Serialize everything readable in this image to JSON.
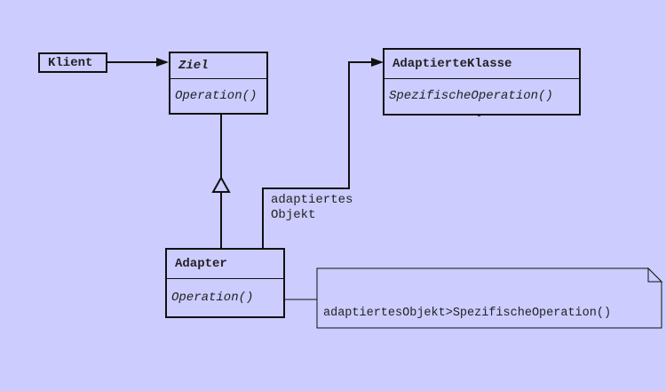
{
  "classes": {
    "klient": {
      "name": "Klient"
    },
    "ziel": {
      "name": "Ziel",
      "operation": "Operation()"
    },
    "adaptierte_klasse": {
      "name": "AdaptierteKlasse",
      "operation": "SpezifischeOperation()"
    },
    "adapter": {
      "name": "Adapter",
      "operation": "Operation()"
    }
  },
  "association_label": {
    "line1": "adaptiertes",
    "line2": "Objekt"
  },
  "note": {
    "text": "adaptiertesObjekt>SpezifischeOperation()"
  },
  "colors": {
    "background": "#ccccff",
    "line": "#111111"
  }
}
